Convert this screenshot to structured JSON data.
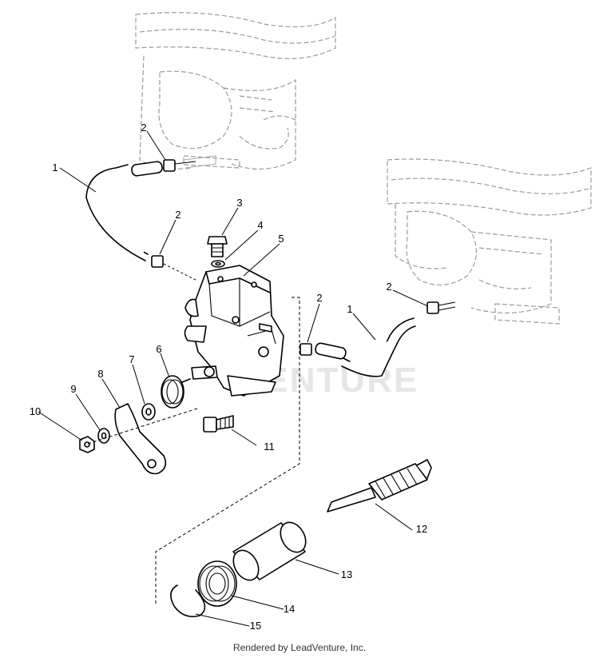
{
  "diagram": {
    "callouts": [
      {
        "id": "c1a",
        "label": "1"
      },
      {
        "id": "c2a",
        "label": "2"
      },
      {
        "id": "c2b",
        "label": "2"
      },
      {
        "id": "c3",
        "label": "3"
      },
      {
        "id": "c4",
        "label": "4"
      },
      {
        "id": "c5",
        "label": "5"
      },
      {
        "id": "c2c",
        "label": "2"
      },
      {
        "id": "c2d",
        "label": "2"
      },
      {
        "id": "c1b",
        "label": "1"
      },
      {
        "id": "c6",
        "label": "6"
      },
      {
        "id": "c7",
        "label": "7"
      },
      {
        "id": "c8",
        "label": "8"
      },
      {
        "id": "c9",
        "label": "9"
      },
      {
        "id": "c10",
        "label": "10"
      },
      {
        "id": "c11",
        "label": "11"
      },
      {
        "id": "c12",
        "label": "12"
      },
      {
        "id": "c13",
        "label": "13"
      },
      {
        "id": "c14",
        "label": "14"
      },
      {
        "id": "c15",
        "label": "15"
      }
    ],
    "watermark": "VENTURE"
  },
  "footer": {
    "credit": "Rendered by LeadVenture, Inc."
  }
}
